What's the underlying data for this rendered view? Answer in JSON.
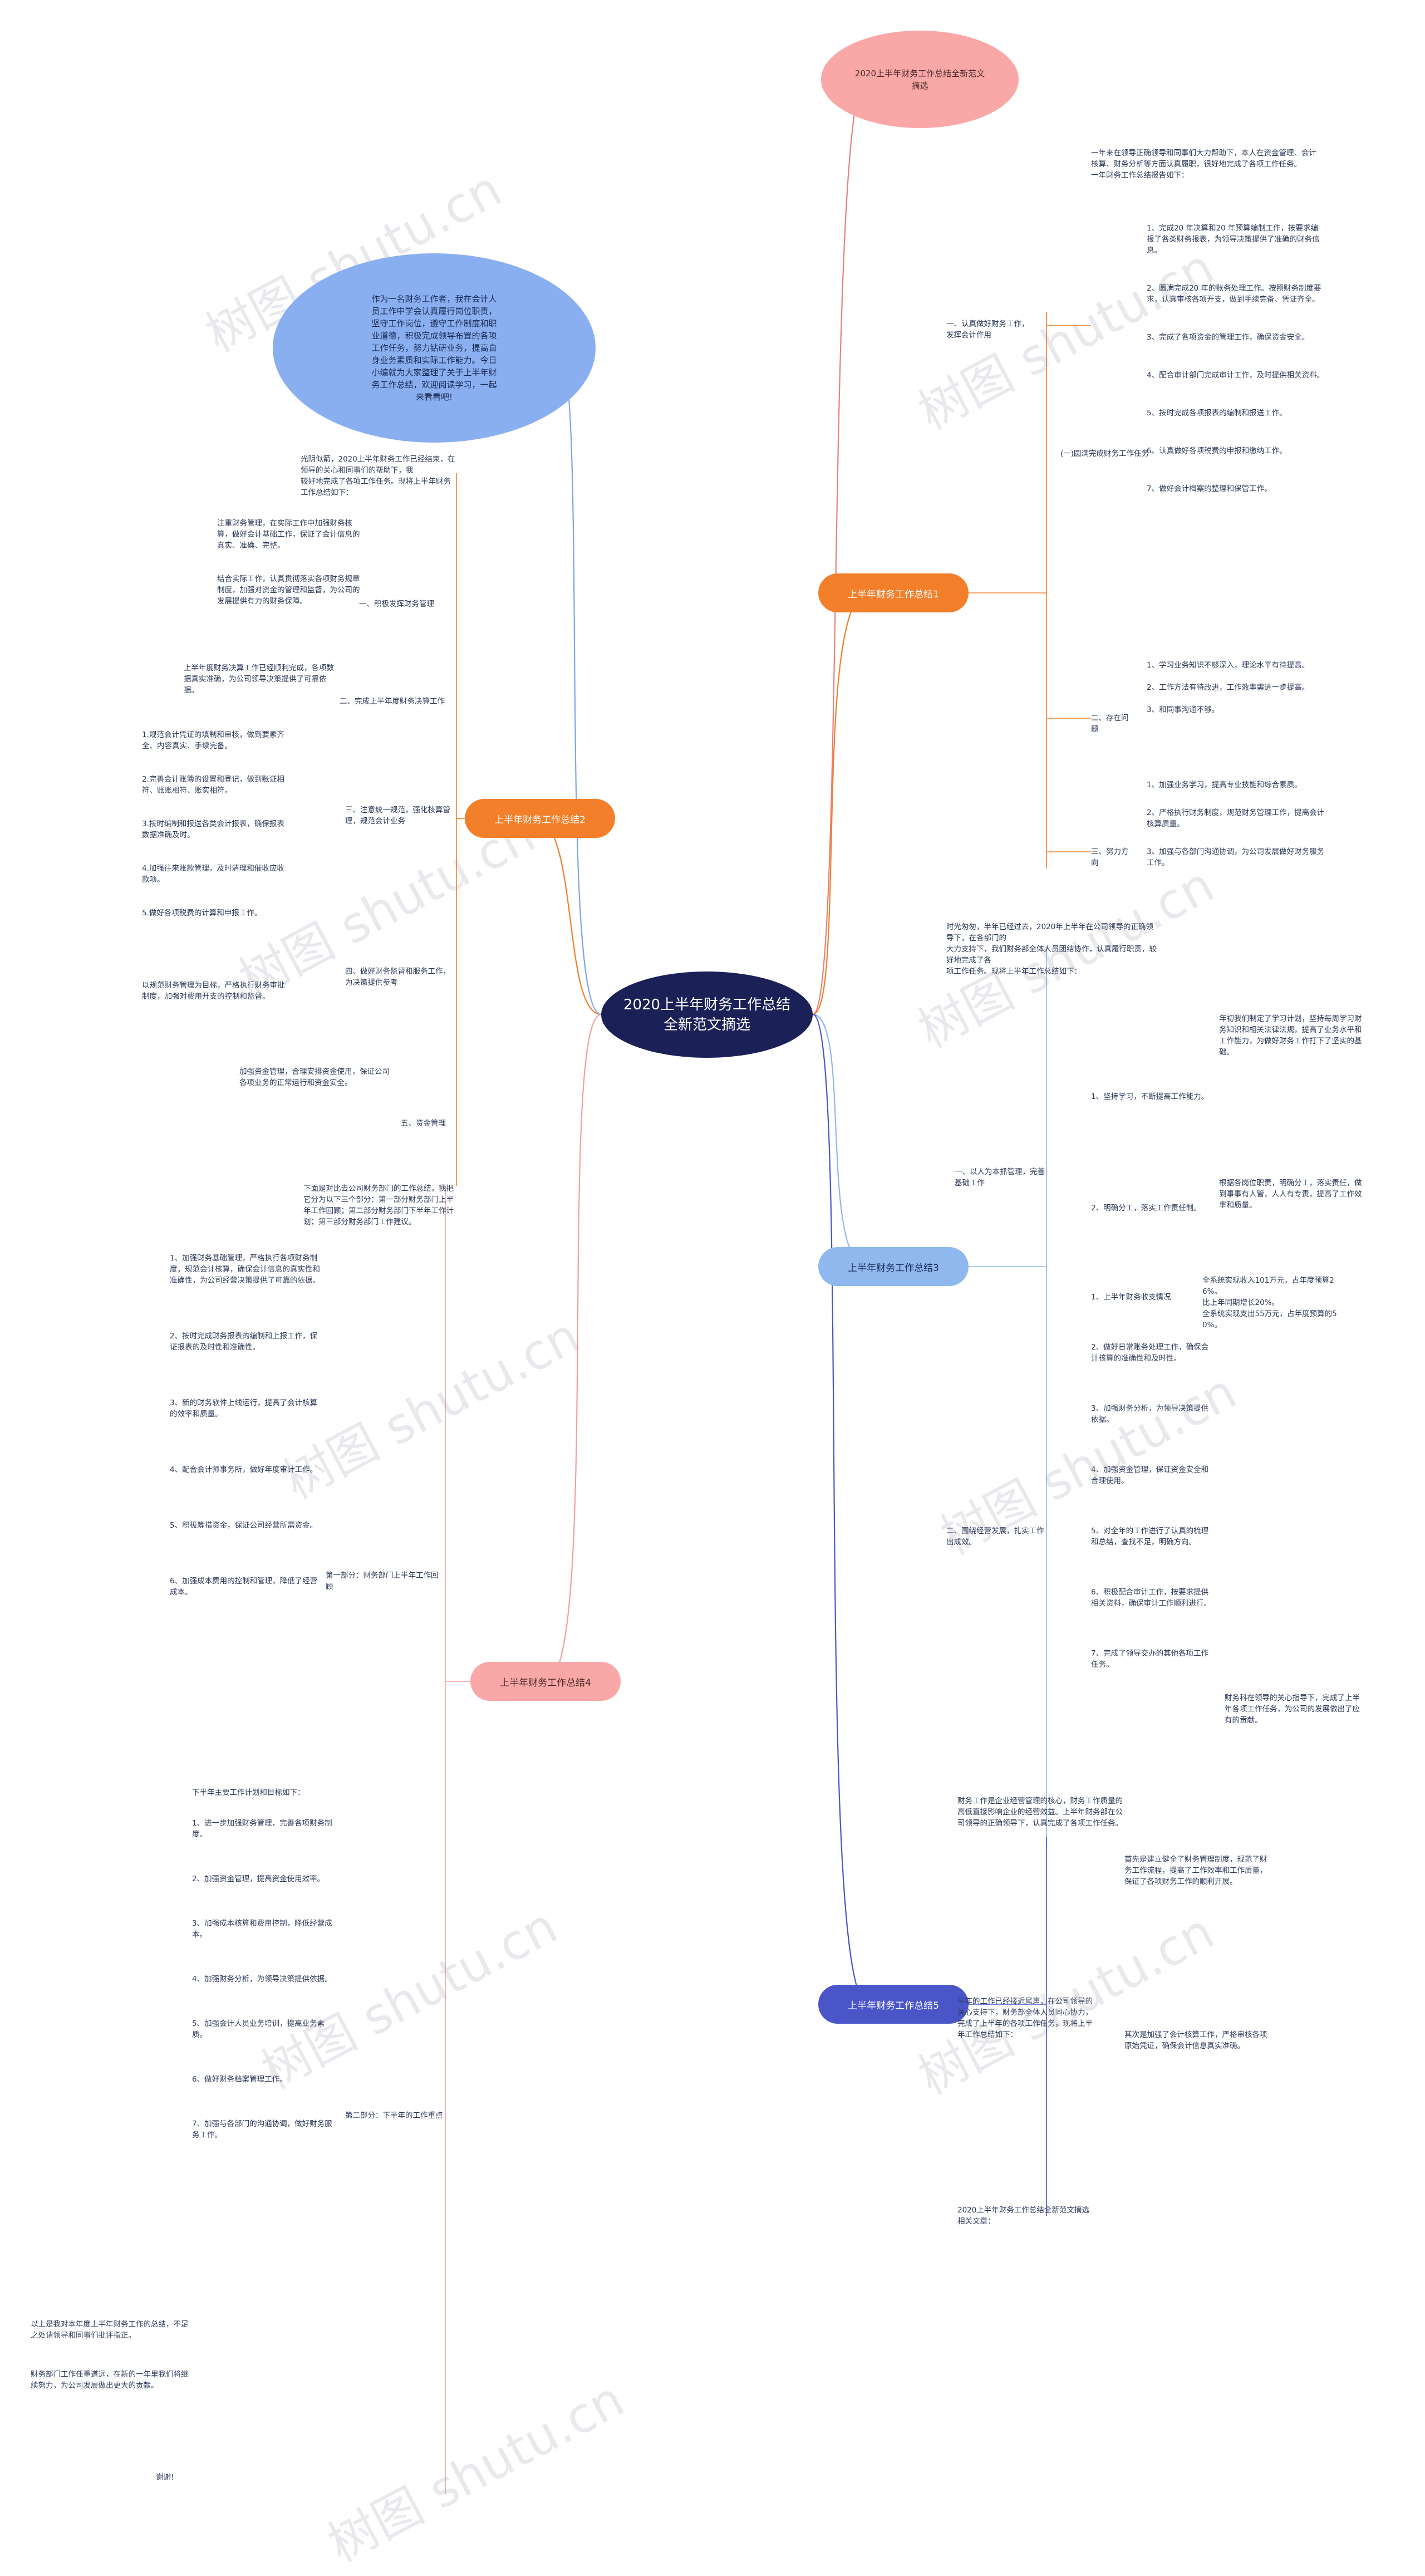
{
  "root": "2020上半年财务工作总结\n全新范文摘选",
  "watermark": "树图 shutu.cn",
  "top_node": "2020上半年财务工作总结全新范文\n摘选",
  "intro_bubble": "作为一名财务工作者，我在会计人\n员工作中学会认真履行岗位职责，\n坚守工作岗位，遵守工作制度和职\n业道德，积极完成领导布置的各项\n工作任务，努力钻研业务，提高自\n身业务素质和实际工作能力。今日\n小编就为大家整理了关于上半年财\n务工作总结，欢迎阅读学习，一起\n来看看吧!",
  "s1": {
    "title": "上半年财务工作总结1",
    "intro": "一年来在领导正确领导和同事们大力帮助下，本人在资金管理、会计\n核算、财务分析等方面认真履职，很好地完成了各项工作任务。\n一年财务工作总结报告如下：",
    "b1": "一、认真做好财务工作，\n发挥会计作用",
    "b1a": "(一)圆满完成财务工作任务",
    "b1a_items": [
      "1、完成20 年决算和20 年预算编制工作，按要求编报了各类财务报表，为领导决策提供了准确的财务信息。",
      "2、圆满完成20 年的账务处理工作。按照财务制度要求，认真审核各项开支，做到手续完备、凭证齐全。",
      "3、完成了各项资金的管理工作，确保资金安全。",
      "4、配合审计部门完成审计工作，及时提供相关资料。",
      "5、按时完成各项报表的编制和报送工作。",
      "6、认真做好各项税费的申报和缴纳工作。",
      "7、做好会计档案的整理和保管工作。"
    ],
    "b2": "二、存在问题",
    "b2_items": [
      "1、学习业务知识不够深入，理论水平有待提高。",
      "2、工作方法有待改进，工作效率需进一步提高。",
      "3、和同事沟通不够。"
    ],
    "b3": "三、努力方向",
    "b3_items": [
      "1、加强业务学习，提高专业技能和综合素质。",
      "2、严格执行财务制度，规范财务管理工作，提高会计核算质量。",
      "3、加强与各部门沟通协调，为公司发展做好财务服务工作。"
    ]
  },
  "s2": {
    "title": "上半年财务工作总结2",
    "intro": "光阴似箭，2020上半年财务工作已经结束，在领导的关心和同事们的帮助下，我\n较好地完成了各项工作任务。现将上半年财务工作总结如下：",
    "b1": "一、积极发挥财务管理",
    "b1_items": [
      "注重财务管理，在实际工作中加强财务核算，做好会计基础工作，保证了会计信息的真实、准确、完整。",
      "结合实际工作，认真贯彻落实各项财务规章制度，加强对资金的管理和监督，为公司的发展提供有力的财务保障。"
    ],
    "b2": "二、完成上半年度财务决算工作",
    "b2_items": [
      "上半年度财务决算工作已经顺利完成，各项数据真实准确，为公司领导决策提供了可靠依据。"
    ],
    "b3": "三、注意统一规范，强化核算管理，规范会计业务",
    "b3_items": [
      "1.规范会计凭证的填制和审核，做到要素齐全、内容真实、手续完备。",
      "2.完善会计账簿的设置和登记，做到账证相符、账账相符、账实相符。",
      "3.按时编制和报送各类会计报表，确保报表数据准确及时。",
      "4.加强往来账款管理，及时清理和催收应收款项。",
      "5.做好各项税费的计算和申报工作。"
    ],
    "b4": "四、做好财务监督和服务工作，为决策提供参考",
    "b4_items": [
      "以规范财务管理为目标，严格执行财务审批制度，加强对费用开支的控制和监督。"
    ],
    "b5": "五、资金管理",
    "b5_items": [
      "加强资金管理，合理安排资金使用，保证公司各项业务的正常运行和资金安全。"
    ]
  },
  "s3": {
    "title": "上半年财务工作总结3",
    "intro": "时光匆匆，半年已经过去，2020年上半年在公司领导的正确领导下，在各部门的\n大力支持下，我们财务部全体人员团结协作，认真履行职责，较好地完成了各\n项工作任务。现将上半年工作总结如下：",
    "b1": "一、以人为本抓管理，完善基础工作",
    "b1a": "1、坚持学习，不断提高工作能力。",
    "b1a_text": "年初我们制定了学习计划，坚持每周学习财务知识和相关法律法规，提高了业务水平和工作能力，为做好财务工作打下了坚实的基础。",
    "b1b": "2、明确分工，落实工作责任制。",
    "b1b_text": "根据各岗位职责，明确分工，落实责任，做到事事有人管，人人有专责，提高了工作效率和质量。",
    "b2": "二、围绕经营发展，扎实工作出成效。",
    "b2_items": [
      "1、上半年财务收支情况",
      "2、做好日常账务处理工作，确保会计核算的准确性和及时性。",
      "3、加强财务分析，为领导决策提供依据。",
      "4、加强资金管理，保证资金安全和合理使用。",
      "5、对全年的工作进行了认真的梳理和总结，查找不足，明确方向。",
      "6、积极配合审计工作，按要求提供相关资料，确保审计工作顺利进行。",
      "7、完成了领导交办的其他各项工作任务。"
    ],
    "b2_1_text": "全系统实现收入101万元，占年度预算26%。\n比上年同期增长20%。\n全系统实现支出55万元，占年度预算的50%。",
    "b2_7_text": "财务科在领导的关心指导下，完成了上半年各项工作任务，为公司的发展做出了应有的贡献。"
  },
  "s4": {
    "title": "上半年财务工作总结4",
    "intro": "下面是对比去公司财务部门的工作总结，我把它分为以下三个部分：第一部分财务部门上半年工作回顾；第二部分财务部门下半年工作计划；第三部分财务部门工作建议。",
    "p1": "第一部分：财务部门上半年工作回顾",
    "p1_items": [
      "1、加强财务基础管理，严格执行各项财务制度，规范会计核算，确保会计信息的真实性和准确性，为公司经营决策提供了可靠的依据。",
      "2、按时完成财务报表的编制和上报工作，保证报表的及时性和准确性。",
      "3、新的财务软件上线运行，提高了会计核算的效率和质量。",
      "4、配合会计师事务所，做好年度审计工作。",
      "5、积极筹措资金，保证公司经营所需资金。",
      "6、加强成本费用的控制和管理，降低了经营成本。"
    ],
    "p2": "第二部分：下半年的工作重点",
    "p2_intro": "下半年主要工作计划和目标如下：",
    "p2_items": [
      "1、进一步加强财务管理，完善各项财务制度。",
      "2、加强资金管理，提高资金使用效率。",
      "3、加强成本核算和费用控制，降低经营成本。",
      "4、加强财务分析，为领导决策提供依据。",
      "5、加强会计人员业务培训，提高业务素质。",
      "6、做好财务档案管理工作。",
      "7、加强与各部门的沟通协调，做好财务服务工作。"
    ],
    "closing1": "以上是我对本年度上半年财务工作的总结，不足之处请领导和同事们批评指正。",
    "closing2": "财务部门工作任重道远，在新的一年里我们将继续努力，为公司发展做出更大的贡献。",
    "closing3": "谢谢!"
  },
  "s5": {
    "title": "上半年财务工作总结5",
    "intro": "财务工作是企业经营管理的核心，财务工作质量的高低直接影响企业的经营效益。上半年财务部在公司领导的正确领导下，认真完成了各项工作任务。",
    "mid": "半年的工作已经接近尾声，在公司领导的关心支持下，财务部全体人员同心协力，完成了上半年的各项工作任务，现将上半年工作总结如下：",
    "r1": "首先是建立健全了财务管理制度，规范了财务工作流程，提高了工作效率和工作质量，保证了各项财务工作的顺利开展。",
    "r2": "其次是加强了会计核算工作，严格审核各项原始凭证，确保会计信息真实准确。",
    "closing": "2020上半年财务工作总结全新范文摘选相关文章："
  }
}
